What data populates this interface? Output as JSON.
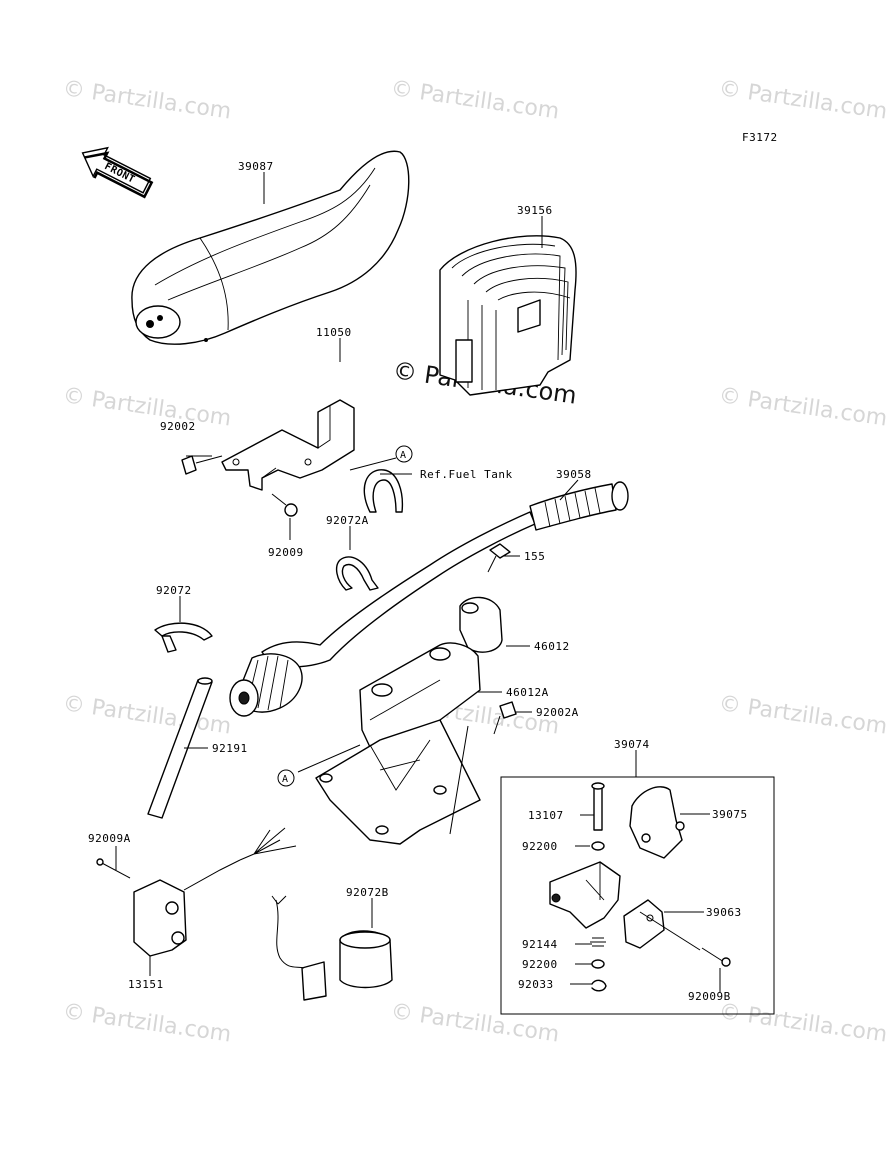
{
  "diagram": {
    "code": "F3172",
    "front_label": "FRONT",
    "watermark_text": "© Partzilla.com",
    "reference_note": "Ref.Fuel Tank",
    "callout_a": "A",
    "parts": {
      "p39087": "39087",
      "p39156": "39156",
      "p11050": "11050",
      "p92002": "92002",
      "p92009": "92009",
      "p92072A": "92072A",
      "p39058": "39058",
      "p155": "155",
      "p92072": "92072",
      "p46012": "46012",
      "p46012A": "46012A",
      "p92002A": "92002A",
      "p92191": "92191",
      "p39074": "39074",
      "p13107": "13107",
      "p39075": "39075",
      "p92200a": "92200",
      "p92144": "92144",
      "p39063": "39063",
      "p92200b": "92200",
      "p92033": "92033",
      "p92009B": "92009B",
      "p92009A": "92009A",
      "p92072B": "92072B",
      "p13151": "13151"
    }
  }
}
